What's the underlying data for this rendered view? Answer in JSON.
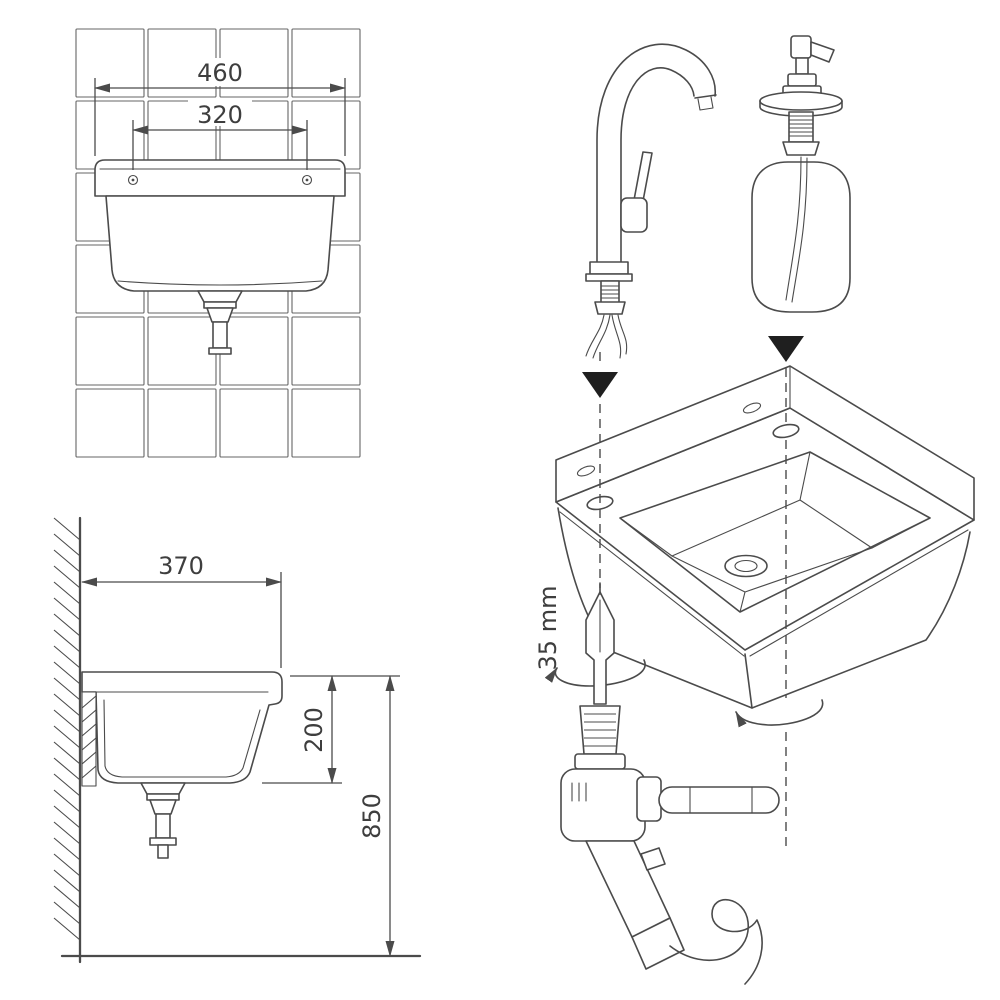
{
  "colors": {
    "background": "#ffffff",
    "line": "#4b4b4b",
    "text": "#3e3e3e",
    "arrow_fill": "#1f1f1f"
  },
  "front_view": {
    "dim_outer_width": "460",
    "dim_hole_spacing": "320"
  },
  "side_view": {
    "dim_depth": "370",
    "dim_basin_height": "200",
    "dim_mounting_height": "850"
  },
  "installation_view": {
    "drill_bit_diameter_label": "35 mm"
  }
}
